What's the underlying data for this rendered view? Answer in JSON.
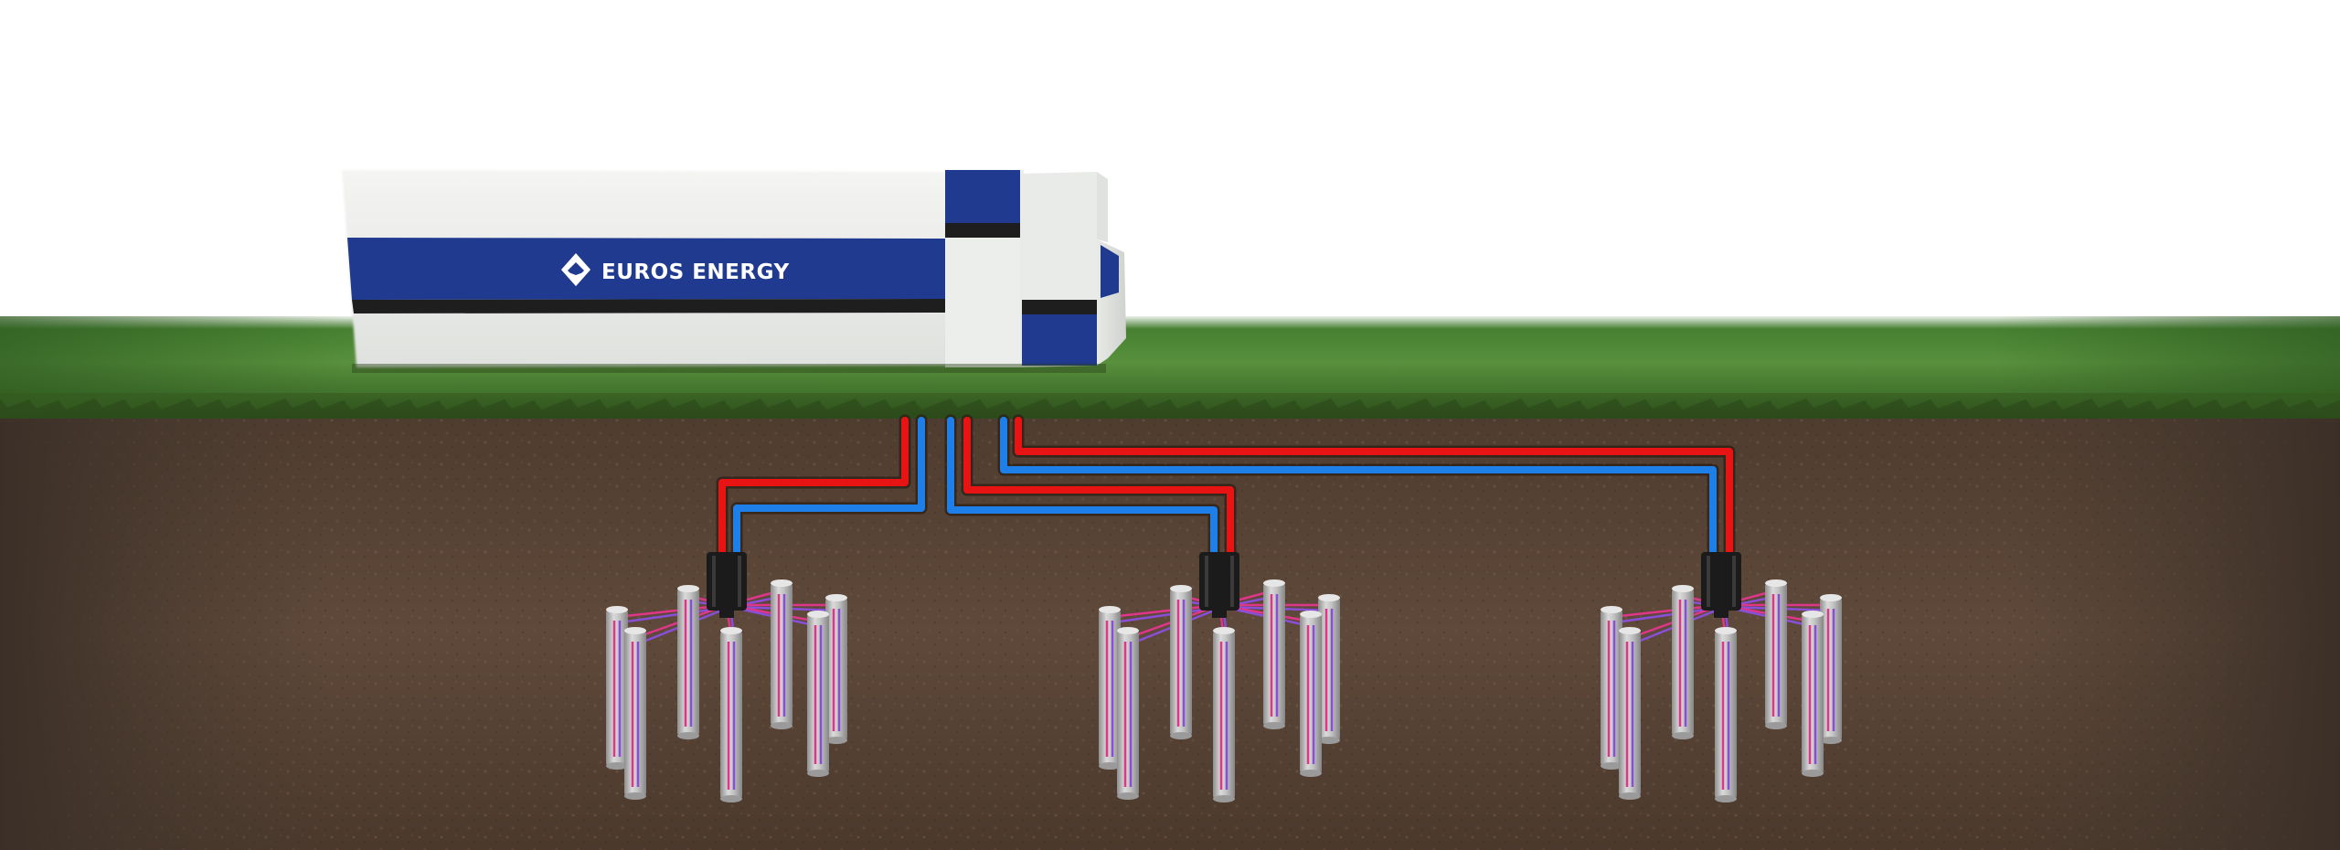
{
  "building": {
    "brand_name": "EUROS ENERGY",
    "logo_icon": "euros-energy-diamond-logo-icon"
  },
  "colors": {
    "brand_navy": "#1f3a8f",
    "building_white": "#eef0ee",
    "stripe_black": "#1e1e1e",
    "hot_pipe": "#e81414",
    "cold_pipe": "#1f7fe8",
    "loop_purple": "#8a4fd8",
    "loop_pink": "#e0368a",
    "grass": "#4d8233",
    "soil": "#5a4536",
    "probe_concrete": "#c4c4c4"
  },
  "borehole_fields": [
    {
      "name": "probe-field-left",
      "probe_count": 7
    },
    {
      "name": "probe-field-middle",
      "probe_count": 7
    },
    {
      "name": "probe-field-right",
      "probe_count": 7
    }
  ]
}
